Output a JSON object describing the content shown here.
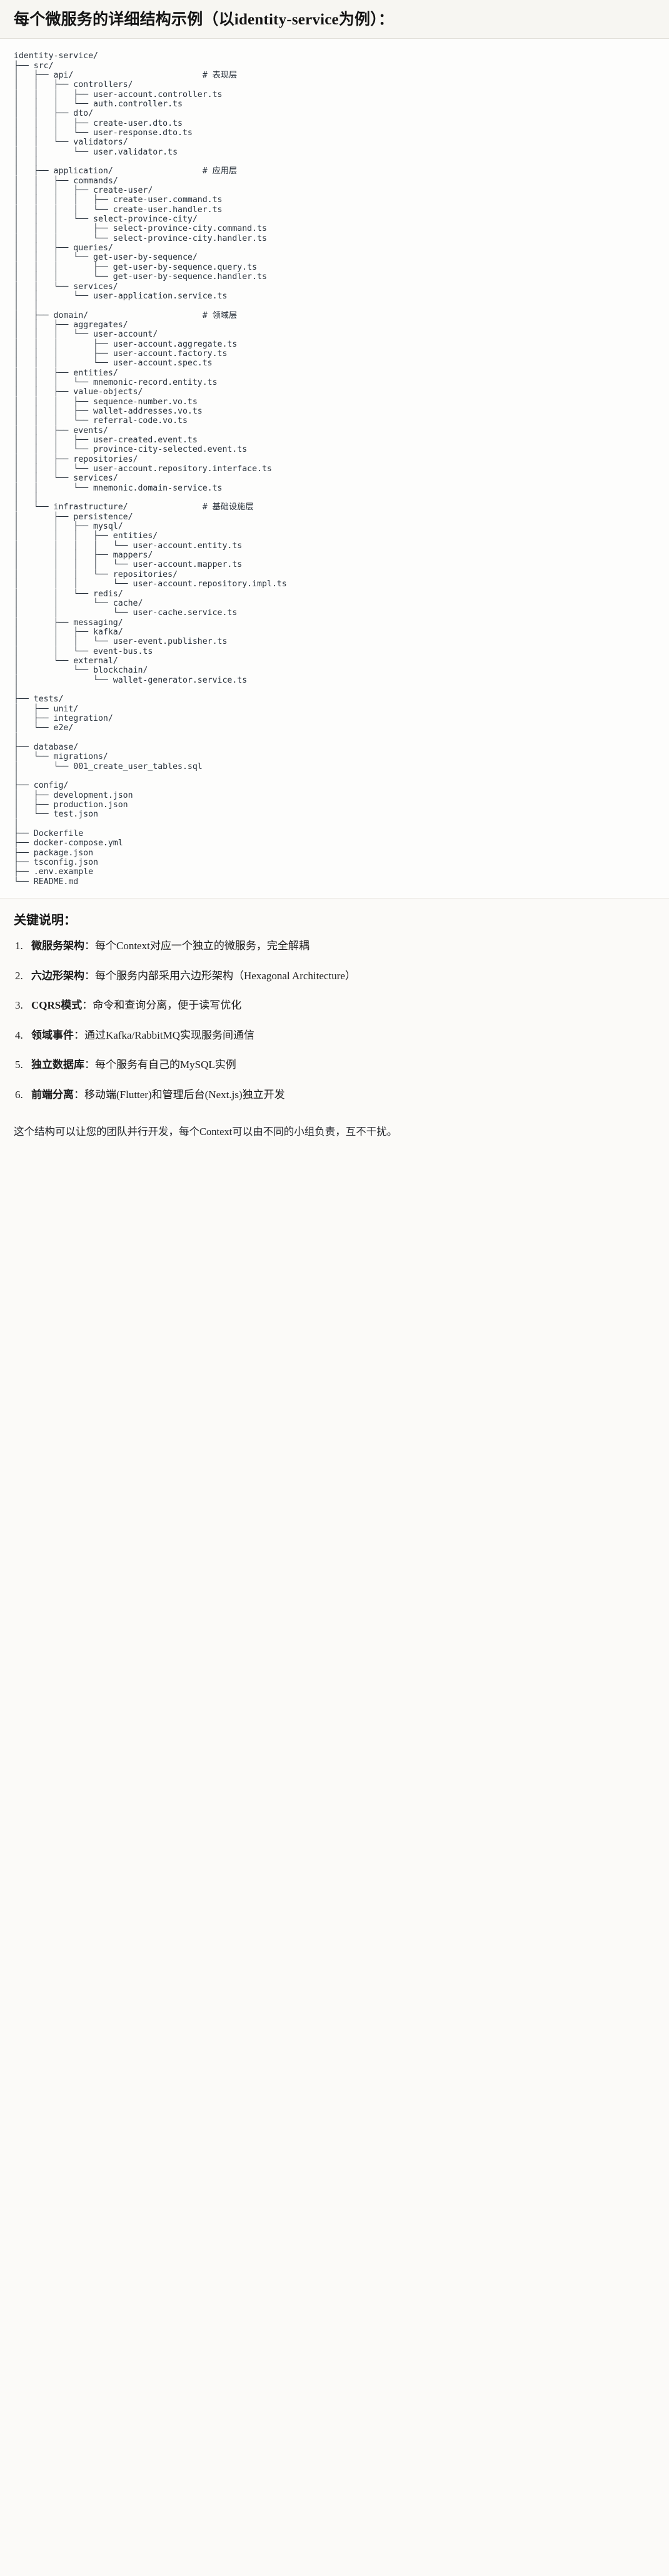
{
  "title": "每个微服务的详细结构示例（以identity-service为例）：",
  "keys_heading": "关键说明：",
  "tree": {
    "root": "identity-service/",
    "text": "identity-service/\n├── src/\n│   ├── api/                          # 表现层\n│   │   ├── controllers/\n│   │   │   ├── user-account.controller.ts\n│   │   │   └── auth.controller.ts\n│   │   ├── dto/\n│   │   │   ├── create-user.dto.ts\n│   │   │   └── user-response.dto.ts\n│   │   └── validators/\n│   │       └── user.validator.ts\n│   │\n│   ├── application/                  # 应用层\n│   │   ├── commands/\n│   │   │   ├── create-user/\n│   │   │   │   ├── create-user.command.ts\n│   │   │   │   └── create-user.handler.ts\n│   │   │   └── select-province-city/\n│   │   │       ├── select-province-city.command.ts\n│   │   │       └── select-province-city.handler.ts\n│   │   ├── queries/\n│   │   │   └── get-user-by-sequence/\n│   │   │       ├── get-user-by-sequence.query.ts\n│   │   │       └── get-user-by-sequence.handler.ts\n│   │   └── services/\n│   │       └── user-application.service.ts\n│   │\n│   ├── domain/                       # 领域层\n│   │   ├── aggregates/\n│   │   │   └── user-account/\n│   │   │       ├── user-account.aggregate.ts\n│   │   │       ├── user-account.factory.ts\n│   │   │       └── user-account.spec.ts\n│   │   ├── entities/\n│   │   │   └── mnemonic-record.entity.ts\n│   │   ├── value-objects/\n│   │   │   ├── sequence-number.vo.ts\n│   │   │   ├── wallet-addresses.vo.ts\n│   │   │   └── referral-code.vo.ts\n│   │   ├── events/\n│   │   │   ├── user-created.event.ts\n│   │   │   └── province-city-selected.event.ts\n│   │   ├── repositories/\n│   │   │   └── user-account.repository.interface.ts\n│   │   └── services/\n│   │       └── mnemonic.domain-service.ts\n│   │\n│   └── infrastructure/               # 基础设施层\n│       ├── persistence/\n│       │   ├── mysql/\n│       │   │   ├── entities/\n│       │   │   │   └── user-account.entity.ts\n│       │   │   ├── mappers/\n│       │   │   │   └── user-account.mapper.ts\n│       │   │   └── repositories/\n│       │   │       └── user-account.repository.impl.ts\n│       │   └── redis/\n│       │       └── cache/\n│       │           └── user-cache.service.ts\n│       ├── messaging/\n│       │   ├── kafka/\n│       │   │   └── user-event.publisher.ts\n│       │   └── event-bus.ts\n│       └── external/\n│           └── blockchain/\n│               └── wallet-generator.service.ts\n│\n├── tests/\n│   ├── unit/\n│   ├── integration/\n│   └── e2e/\n│\n├── database/\n│   └── migrations/\n│       └── 001_create_user_tables.sql\n│\n├── config/\n│   ├── development.json\n│   ├── production.json\n│   └── test.json\n│\n├── Dockerfile\n├── docker-compose.yml\n├── package.json\n├── tsconfig.json\n├── .env.example\n└── README.md",
    "layer_comments": [
      {
        "path": "src/api/",
        "comment": "# 表现层"
      },
      {
        "path": "src/application/",
        "comment": "# 应用层"
      },
      {
        "path": "src/domain/",
        "comment": "# 领域层"
      },
      {
        "path": "src/infrastructure/",
        "comment": "# 基础设施层"
      }
    ]
  },
  "keys": [
    {
      "term": "微服务架构",
      "sep": "：",
      "desc": "每个Context对应一个独立的微服务，完全解耦"
    },
    {
      "term": "六边形架构",
      "sep": "：",
      "desc": "每个服务内部采用六边形架构（Hexagonal Architecture）"
    },
    {
      "term": "CQRS模式",
      "sep": "：",
      "desc": "命令和查询分离，便于读写优化"
    },
    {
      "term": "领域事件",
      "sep": "：",
      "desc": "通过Kafka/RabbitMQ实现服务间通信"
    },
    {
      "term": "独立数据库",
      "sep": "：",
      "desc": "每个服务有自己的MySQL实例"
    },
    {
      "term": "前端分离",
      "sep": "：",
      "desc": "移动端(Flutter)和管理后台(Next.js)独立开发"
    }
  ],
  "closing": "这个结构可以让您的团队并行开发，每个Context可以由不同的小组负责，互不干扰。"
}
